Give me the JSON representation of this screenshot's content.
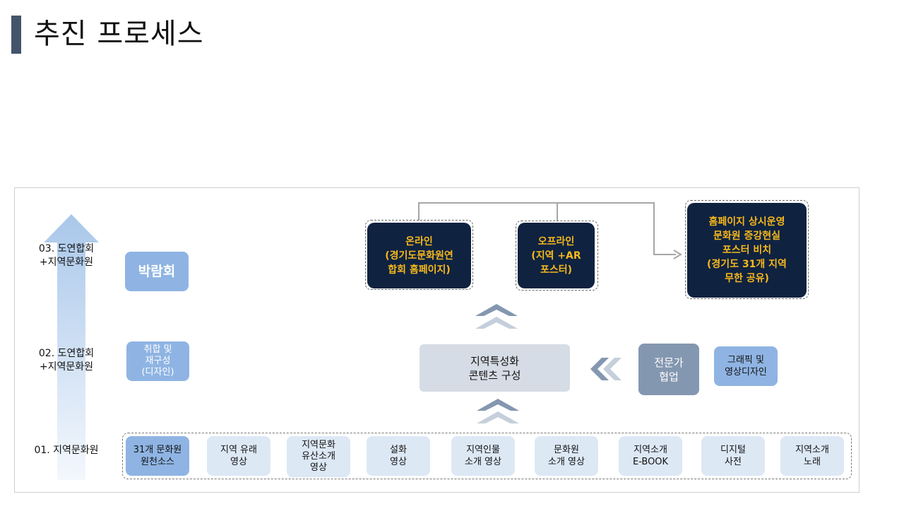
{
  "title": "추진 프로세스",
  "levels": {
    "l3": "03. 도연합회\n+지역문화원",
    "l2": "02. 도연합회\n+지역문화원",
    "l1": "01. 지역문화원"
  },
  "expo_label": "박람회",
  "regroup_label": "취합 및\n재구성\n(디자인)",
  "regional_content_label": "지역특성화\n콘텐츠 구성",
  "expert_label": "전문가\n협업",
  "graphic_label": "그래픽 및\n영상디자인",
  "outputs": {
    "online": "온라인\n(경기도문화원연\n합회 홈페이지)",
    "offline": "오프라인\n(지역 +AR\n포스터)",
    "homepage": "홈페이지 상시운영\n문화원 증강현실\n포스터 비치\n(경기도 31개 지역\n무한 공유)"
  },
  "sources": [
    "31개 문화원\n원천소스",
    "지역 유래\n영상",
    "지역문화\n유산소개\n영상",
    "설화\n영상",
    "지역인물\n소개 영상",
    "문화원\n소개 영상",
    "지역소개\nE-BOOK",
    "디지털\n사전",
    "지역소개\n노래"
  ],
  "colors": {
    "navy": "#0f2240",
    "gold": "#f5b81c",
    "light_blue": "#dde8f5",
    "mid_blue": "#8fb4e3",
    "slate": "#8497b0",
    "title_bar": "#44546a"
  }
}
